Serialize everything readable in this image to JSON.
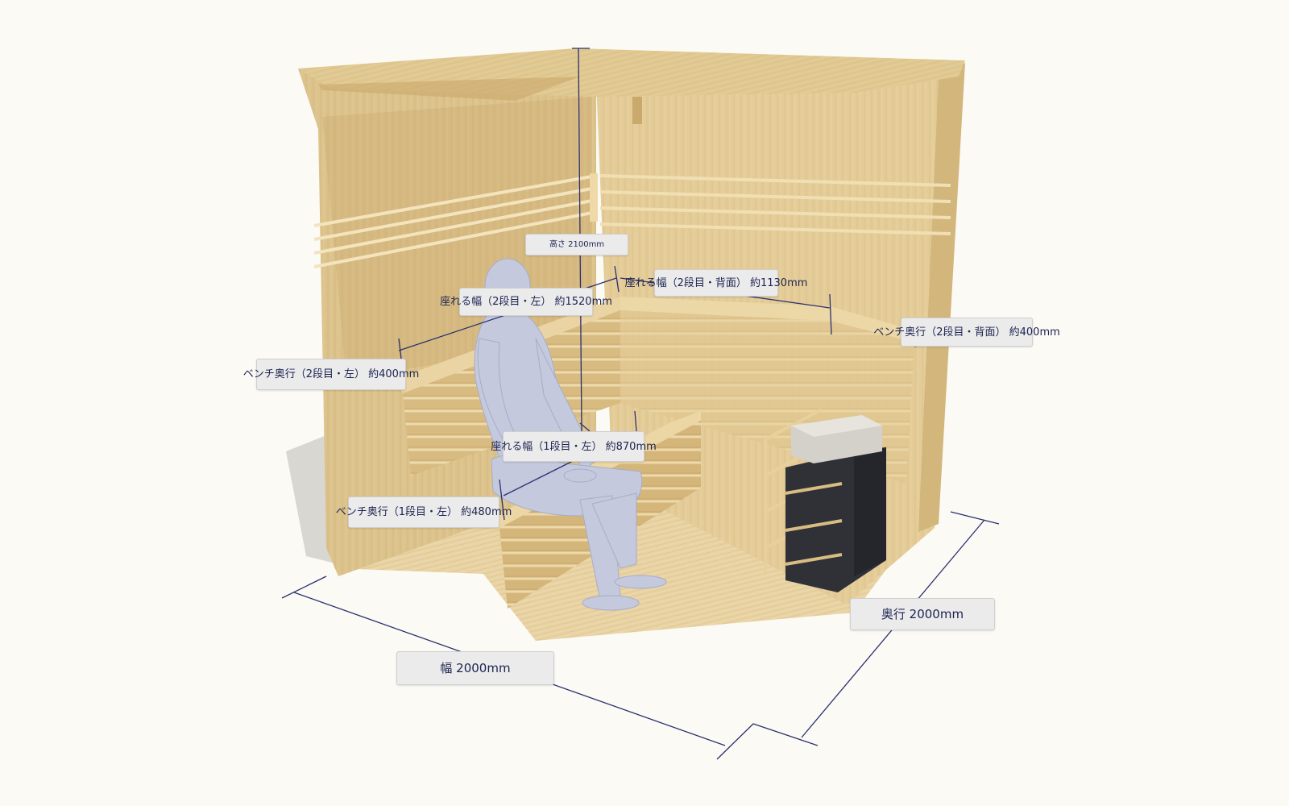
{
  "labels": {
    "width": "幅 2000mm",
    "depth": "奥行 2000mm",
    "height": "高さ 2100mm",
    "tier2_left_width": "座れる幅（2段目・左） 約1520mm",
    "tier2_back_width": "座れる幅（2段目・背面） 約1130mm",
    "tier2_back_depth": "ベンチ奥行（2段目・背面） 約400mm",
    "tier2_left_depth": "ベンチ奥行（2段目・左） 約400mm",
    "tier1_left_width": "座れる幅（1段目・左） 約870mm",
    "tier1_left_depth": "ベンチ奥行（1段目・左） 約480mm"
  },
  "colors": {
    "wood_light": "#e6cf9d",
    "wood_mid": "#d9bd84",
    "wood_dark": "#c9a96c",
    "dimension_line": "#2a3170",
    "mannequin": "#c4c9de",
    "stove": "#2f3137",
    "stone_box": "#cfccc5",
    "label_bg": "#ebebeb",
    "background": "#fbfaf5"
  },
  "objects": {
    "figure": "seated-mannequin",
    "stove": "sauna-stove",
    "room": "corner-sauna-room"
  }
}
